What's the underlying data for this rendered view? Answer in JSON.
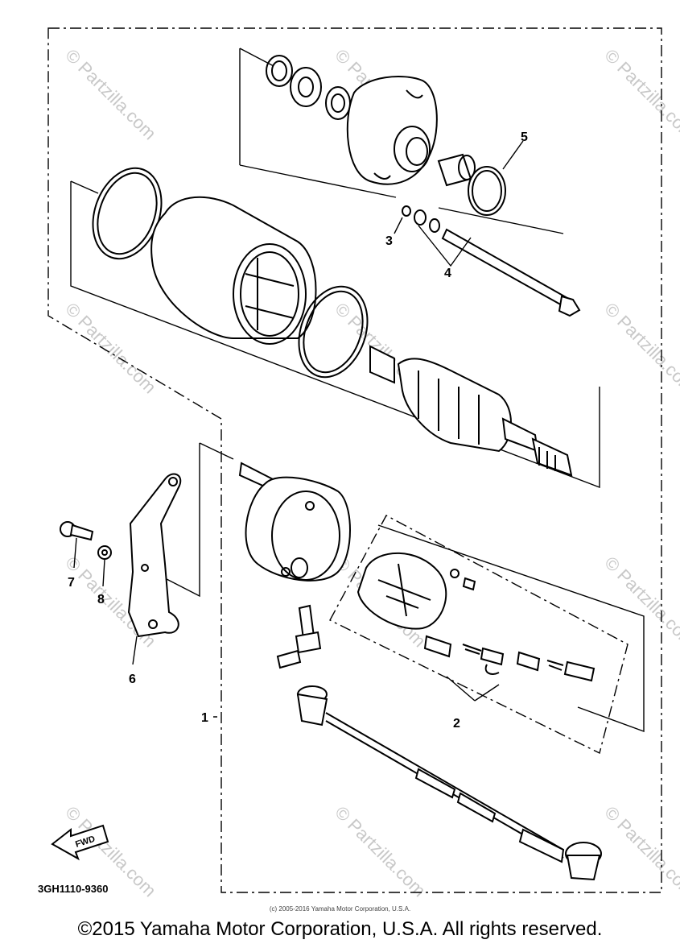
{
  "diagram": {
    "callouts": {
      "c1": "1",
      "c2": "2",
      "c3": "3",
      "c4": "4",
      "c5": "5",
      "c6": "6",
      "c7": "7",
      "c8": "8"
    },
    "fwd_label": "FWD",
    "diagram_code": "3GH1110-9360",
    "watermark": "© Partzilla.com"
  },
  "footer": {
    "fine_print": "(c) 2005-2016 Yamaha Motor Corporation, U.S.A.",
    "copyright": "©2015 Yamaha Motor Corporation, U.S.A. All rights reserved."
  }
}
